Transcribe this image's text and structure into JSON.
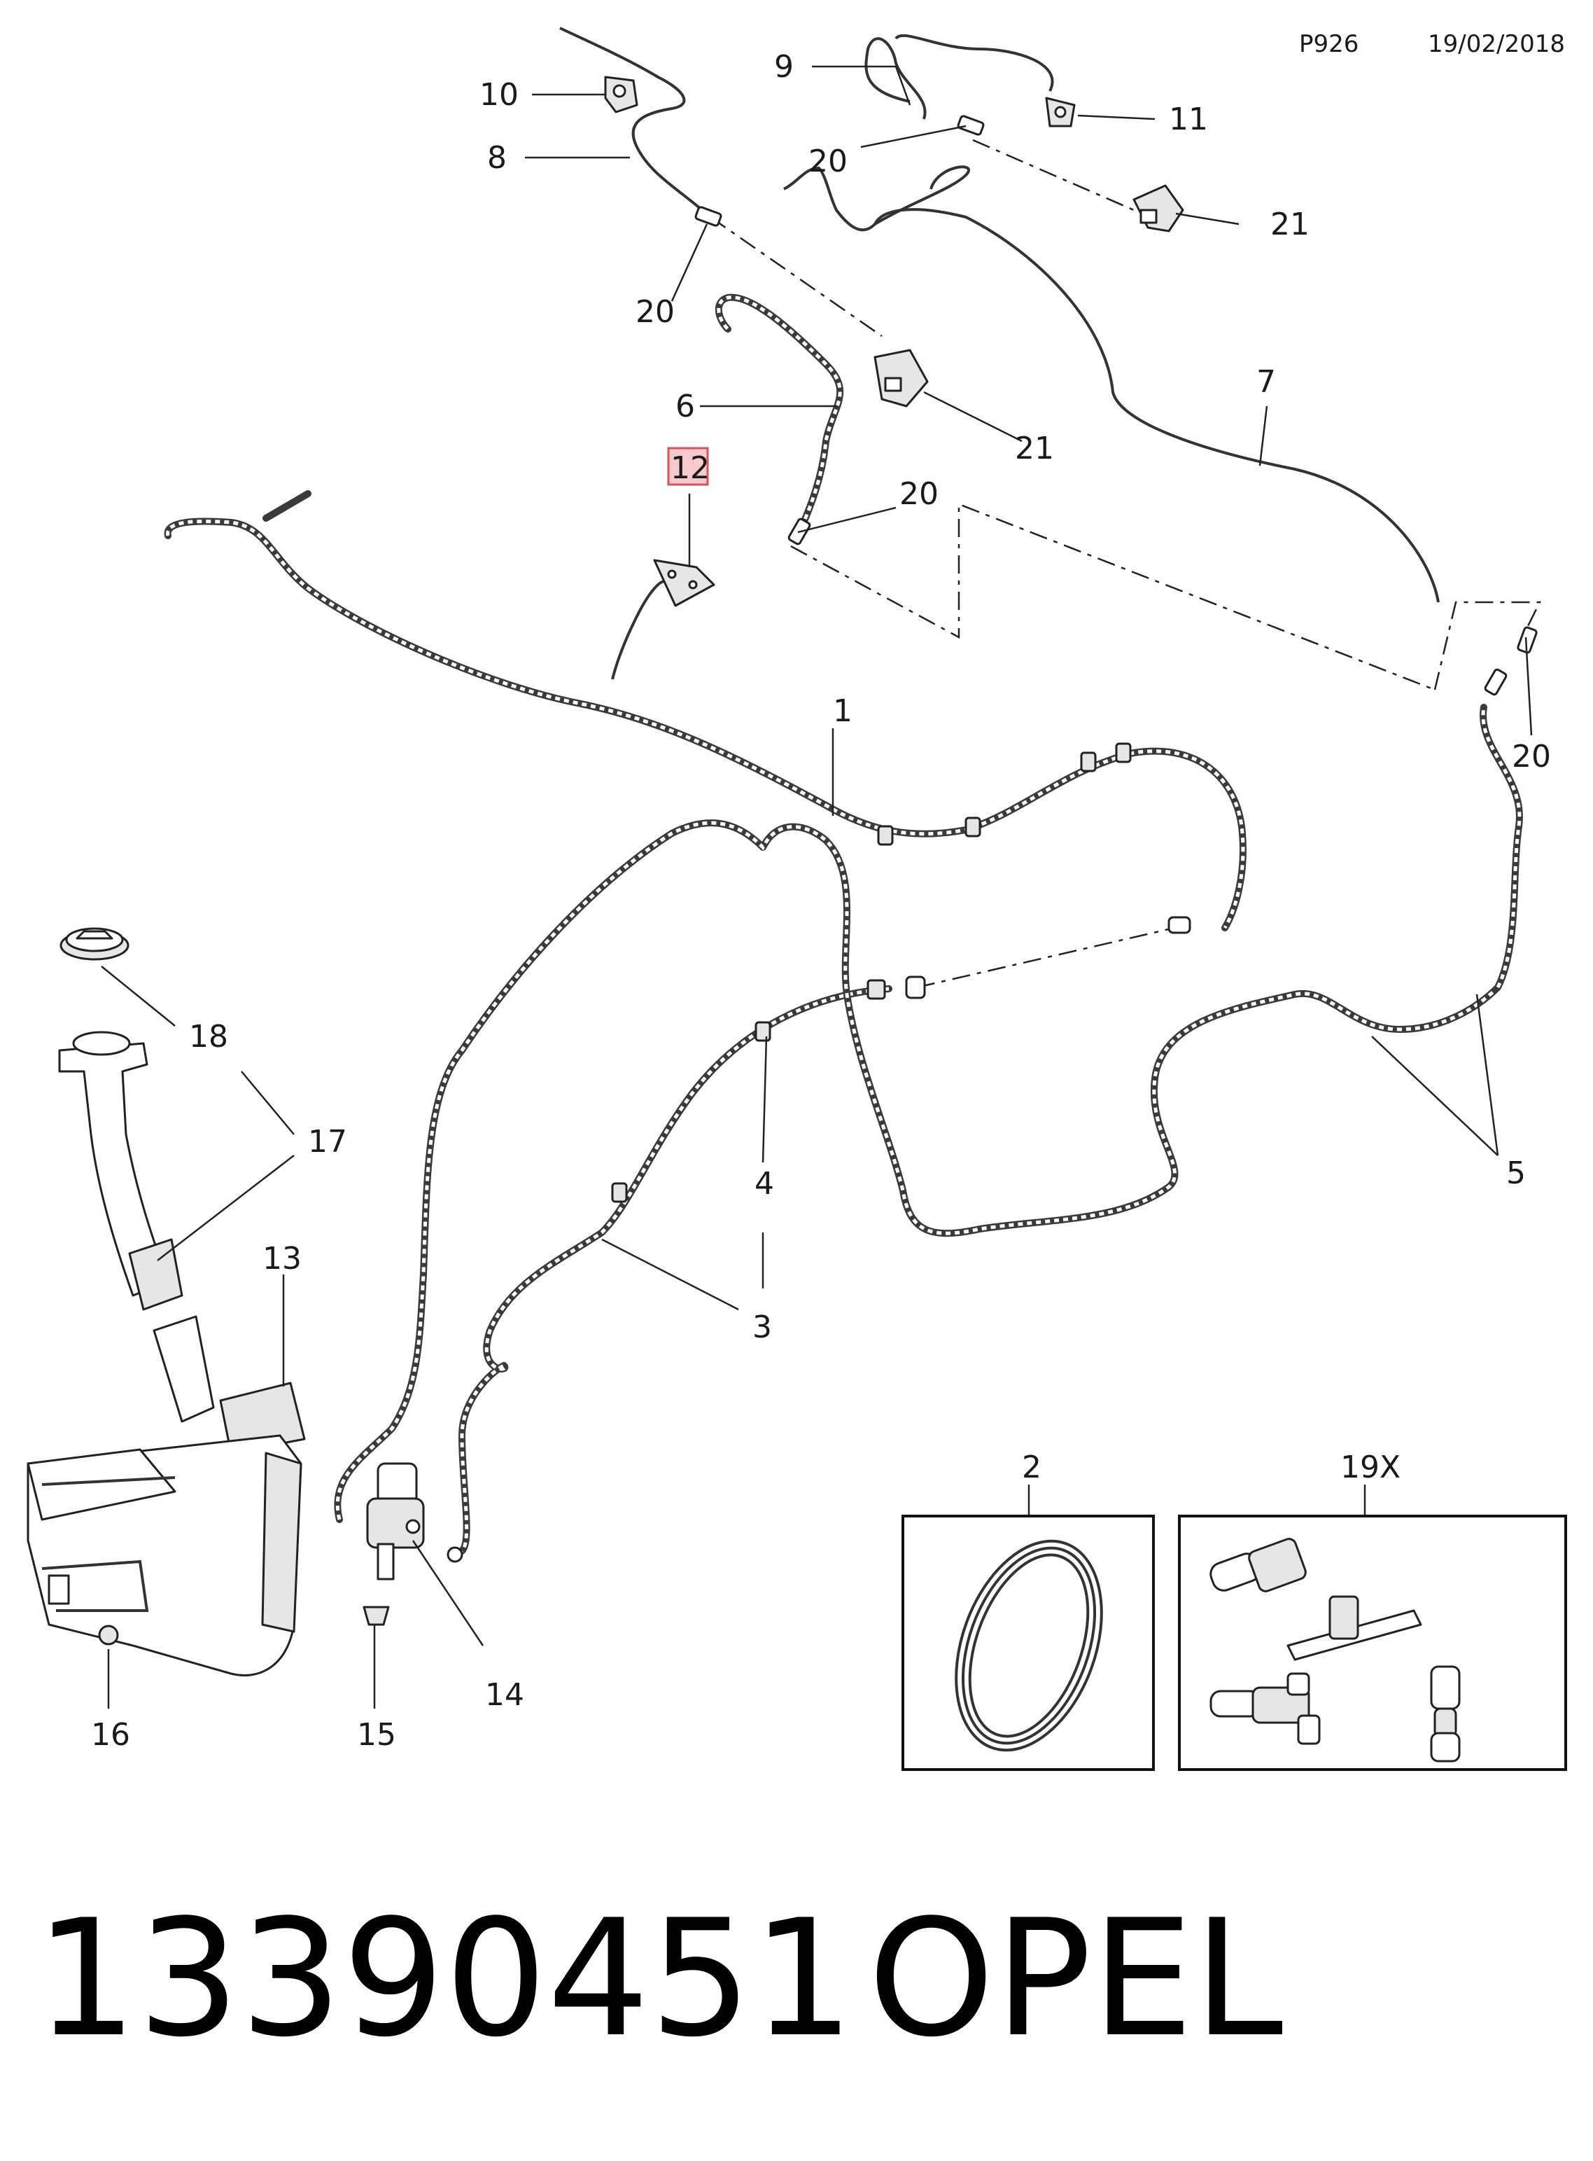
{
  "header": {
    "code": "P926",
    "date": "19/02/2018"
  },
  "footer": {
    "part_number": "13390451",
    "brand": "OPEL"
  },
  "callouts": {
    "c1": "1",
    "c2": "2",
    "c3": "3",
    "c4": "4",
    "c5": "5",
    "c6": "6",
    "c7": "7",
    "c8": "8",
    "c9": "9",
    "c10": "10",
    "c11": "11",
    "c12": "12",
    "c13": "13",
    "c14": "14",
    "c15": "15",
    "c16": "16",
    "c17": "17",
    "c18": "18",
    "c19x": "19X",
    "c20": "20",
    "c21": "21"
  },
  "highlight": {
    "fill": "#f6c9cc",
    "stroke": "#d9535d"
  }
}
